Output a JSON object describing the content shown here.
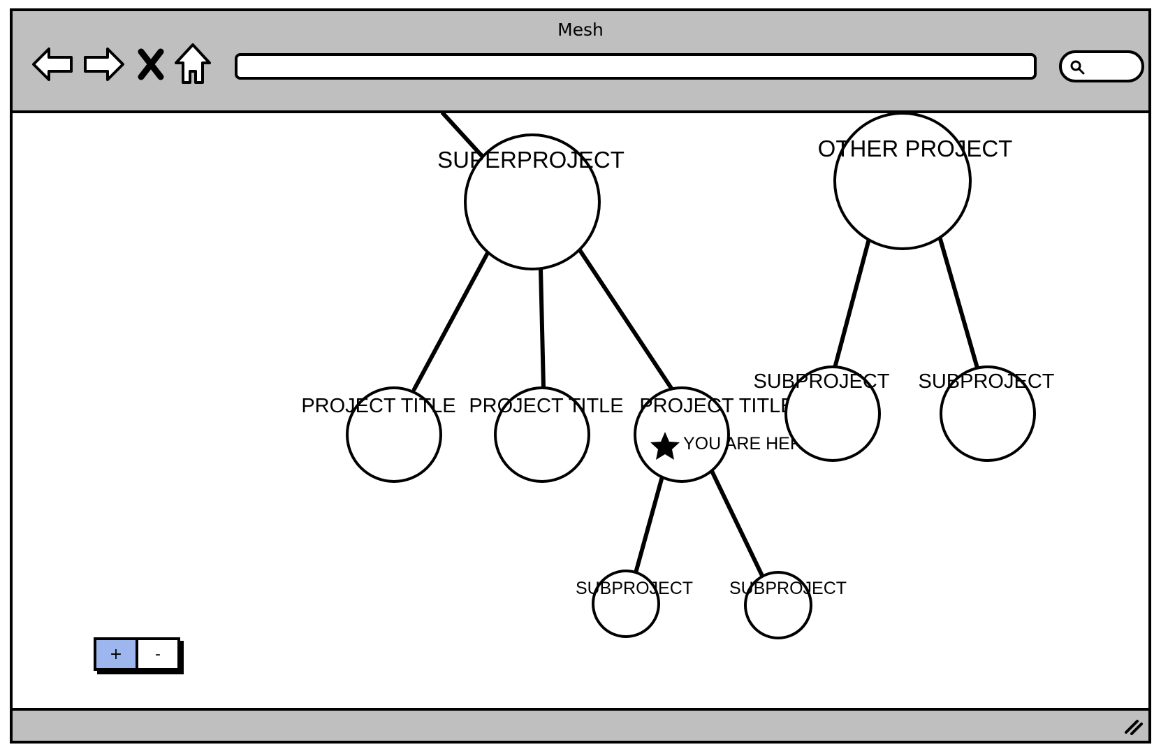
{
  "window": {
    "title": "Mesh"
  },
  "toolbar": {
    "back_icon": "back-arrow-icon",
    "forward_icon": "forward-arrow-icon",
    "stop_icon": "close-icon",
    "home_icon": "home-icon",
    "address_value": "",
    "search_value": "",
    "search_icon": "search-icon"
  },
  "graph": {
    "nodes": {
      "superproject": "SUPERPROJECT",
      "project_1": "PROJECT TITLE",
      "project_2": "PROJECT TITLE",
      "project_3": "PROJECT TITLE",
      "sub_a": "SUBPROJECT",
      "sub_b": "SUBPROJECT",
      "other_project": "OTHER PROJECT",
      "other_sub_a": "SUBPROJECT",
      "other_sub_b": "SUBPROJECT"
    },
    "you_are_here": "YOU ARE HERE",
    "you_are_here_icon": "star-icon"
  },
  "zoom": {
    "zoom_in_label": "+",
    "zoom_out_label": "-",
    "active_color": "#9db6ee"
  },
  "statusbar": {
    "resize_icon": "resize-grip-icon"
  }
}
